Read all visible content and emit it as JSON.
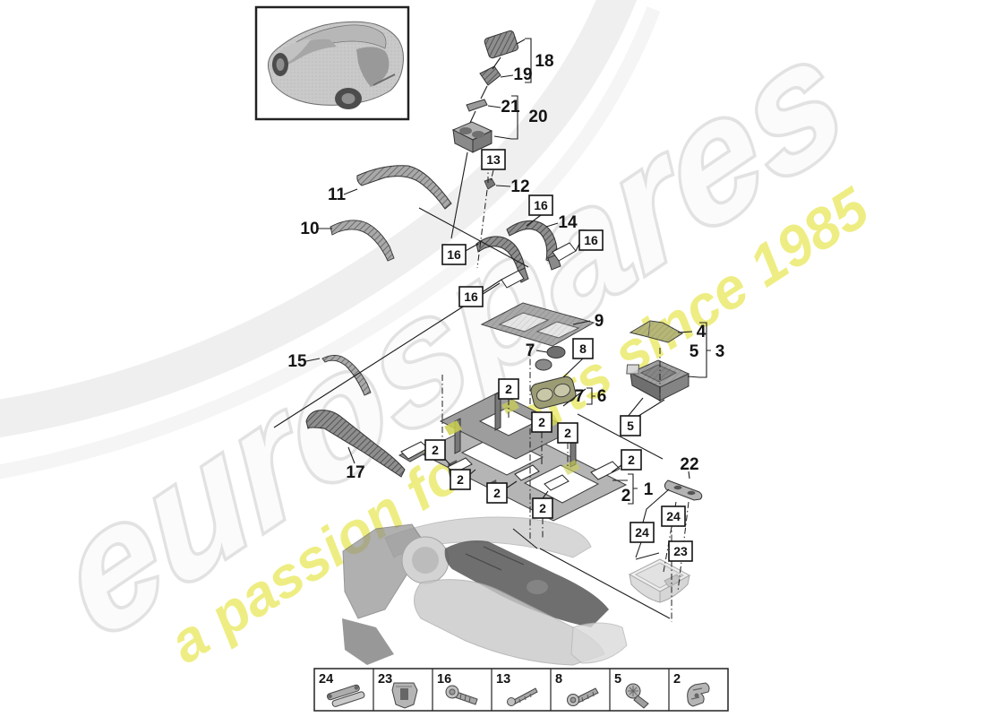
{
  "watermark": {
    "brand": "eurospares",
    "tagline": "a passion for parts since 1985"
  },
  "colors": {
    "tagline_yellow": "#eceb6e",
    "brand_gray": "#e2e2e2",
    "line_black": "#1c1c1c",
    "part_highlight_yellow": "#ccd04f"
  },
  "callouts": {
    "plain": [
      {
        "label": "18"
      },
      {
        "label": "19"
      },
      {
        "label": "21"
      },
      {
        "label": "20"
      },
      {
        "label": "12"
      },
      {
        "label": "11"
      },
      {
        "label": "10"
      },
      {
        "label": "14"
      },
      {
        "label": "9"
      },
      {
        "label": "7"
      },
      {
        "label": "4"
      },
      {
        "label": "5"
      },
      {
        "label": "3"
      },
      {
        "label": "7"
      },
      {
        "label": "6"
      },
      {
        "label": "15"
      },
      {
        "label": "17"
      },
      {
        "label": "2"
      },
      {
        "label": "1"
      },
      {
        "label": "22"
      }
    ],
    "boxed": [
      {
        "label": "13"
      },
      {
        "label": "16"
      },
      {
        "label": "16"
      },
      {
        "label": "16"
      },
      {
        "label": "16"
      },
      {
        "label": "8"
      },
      {
        "label": "2"
      },
      {
        "label": "2"
      },
      {
        "label": "2"
      },
      {
        "label": "2"
      },
      {
        "label": "2"
      },
      {
        "label": "2"
      },
      {
        "label": "2"
      },
      {
        "label": "2"
      },
      {
        "label": "5"
      },
      {
        "label": "24"
      },
      {
        "label": "24"
      },
      {
        "label": "23"
      }
    ]
  },
  "legend": {
    "items": [
      {
        "num": "24",
        "icon": "guide-rail-icon"
      },
      {
        "num": "23",
        "icon": "spring-clip-icon"
      },
      {
        "num": "16",
        "icon": "pan-head-screw-icon"
      },
      {
        "num": "13",
        "icon": "long-screw-icon"
      },
      {
        "num": "8",
        "icon": "pan-head-screw-icon"
      },
      {
        "num": "5",
        "icon": "countersunk-screw-icon"
      },
      {
        "num": "2",
        "icon": "spring-nut-clip-icon"
      }
    ]
  }
}
